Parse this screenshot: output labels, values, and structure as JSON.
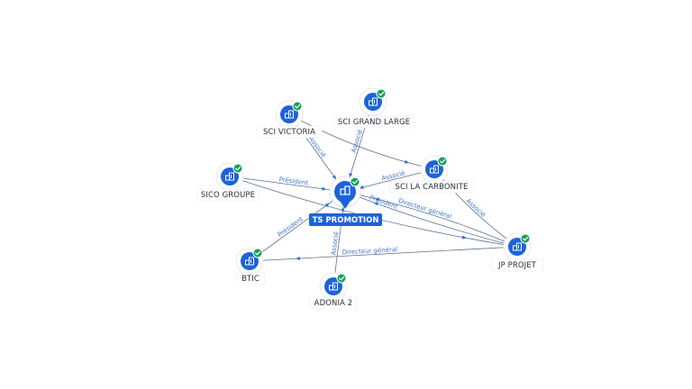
{
  "center": {
    "name": "TS PROMOTION",
    "icon": "building-icon",
    "status": "verified-check-icon"
  },
  "nodes": [
    {
      "id": "sci-victoria",
      "label": "SCI VICTORIA",
      "icon": "building-icon",
      "status": "verified-check-icon"
    },
    {
      "id": "sci-grand-large",
      "label": "SCI GRAND LARGE",
      "icon": "building-icon",
      "status": "verified-check-icon"
    },
    {
      "id": "sci-la-carbonite",
      "label": "SCI LA CARBONITE",
      "icon": "building-icon",
      "status": "verified-check-icon"
    },
    {
      "id": "sico-groupe",
      "label": "SICO GROUPE",
      "icon": "building-icon",
      "status": "verified-check-icon"
    },
    {
      "id": "jp-projet",
      "label": "JP PROJET",
      "icon": "building-icon",
      "status": "verified-check-icon"
    },
    {
      "id": "btic",
      "label": "BTIC",
      "icon": "building-icon",
      "status": "verified-check-icon"
    },
    {
      "id": "adonia-2",
      "label": "ADONIA 2",
      "icon": "building-icon",
      "status": "verified-check-icon"
    }
  ],
  "edges": [
    {
      "from": "sci-victoria",
      "to": "center",
      "label": "Associé"
    },
    {
      "from": "sci-grand-large",
      "to": "center",
      "label": "Associé"
    },
    {
      "from": "sci-la-carbonite",
      "to": "center",
      "label": "Associé"
    },
    {
      "from": "sico-groupe",
      "to": "center",
      "label": "Président"
    },
    {
      "from": "jp-projet",
      "to": "center",
      "label": "Président"
    },
    {
      "from": "jp-projet",
      "to": "center",
      "label": "Directeur général"
    },
    {
      "from": "jp-projet",
      "to": "btic",
      "label": "Directeur général"
    },
    {
      "from": "btic",
      "to": "center",
      "label": "Président"
    },
    {
      "from": "adonia-2",
      "to": "center",
      "label": "Associé"
    },
    {
      "from": "jp-projet",
      "to": "sci-la-carbonite",
      "label": "Associé"
    },
    {
      "from": "sci-victoria",
      "to": "sci-la-carbonite",
      "label": ""
    },
    {
      "from": "sico-groupe",
      "to": "jp-projet",
      "label": ""
    }
  ],
  "colors": {
    "node": "#1d63d8",
    "check": "#16a05a",
    "edge": "#5b6f8f",
    "edge_label": "#3f74cf"
  }
}
